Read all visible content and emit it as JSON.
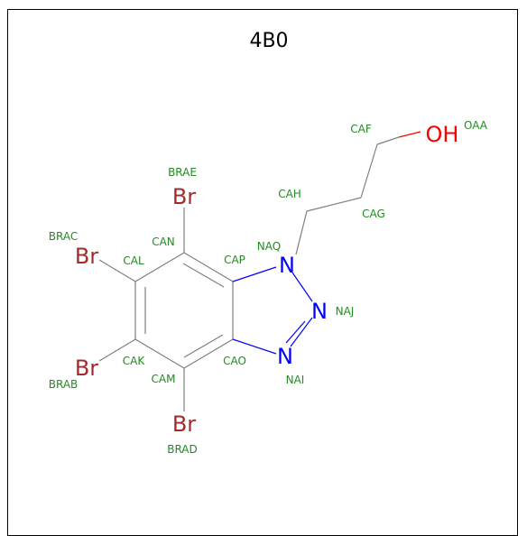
{
  "title": "4B0",
  "colors": {
    "bond": "#808080",
    "nitrogen": "#0000ff",
    "oxygen": "#ff0000",
    "bromine": "#a52a2a",
    "label": "#228b22"
  },
  "elements": {
    "br_top": "Br",
    "br_left_upper": "Br",
    "br_left_lower": "Br",
    "br_bottom": "Br",
    "n_upper": "N",
    "n_middle": "N",
    "n_lower": "N",
    "oh": "OH"
  },
  "atom_labels": {
    "BRAE": "BRAE",
    "BRAC": "BRAC",
    "BRAB": "BRAB",
    "BRAD": "BRAD",
    "CAN": "CAN",
    "CAL": "CAL",
    "CAK": "CAK",
    "CAM": "CAM",
    "CAP": "CAP",
    "CAO": "CAO",
    "NAQ": "NAQ",
    "NAJ": "NAJ",
    "NAI": "NAI",
    "CAH": "CAH",
    "CAG": "CAG",
    "CAF": "CAF",
    "OAA": "OAA"
  }
}
